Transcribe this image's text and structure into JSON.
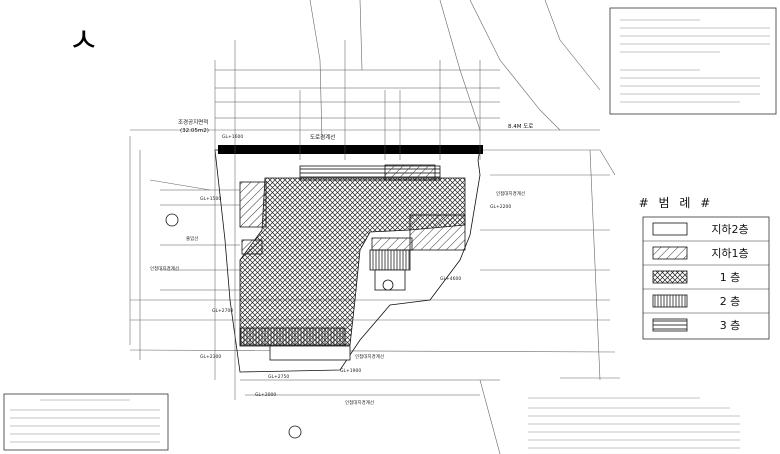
{
  "north_mark": "ㅅ",
  "legend": {
    "title": "# 범 례 #",
    "items": [
      {
        "label": "지하2층",
        "pattern": "plain"
      },
      {
        "label": "지하1층",
        "pattern": "diag"
      },
      {
        "label": "1 층",
        "pattern": "cross"
      },
      {
        "label": "2 층",
        "pattern": "vert"
      },
      {
        "label": "3 층",
        "pattern": "horiz"
      }
    ]
  },
  "plan_labels": {
    "green_area": "조경공지면적",
    "green_area_value": "(32.05m2)",
    "road_setback": "도로경계선",
    "road_width": "8.4M 도로",
    "adjacent_line_1": "인접대지경계선",
    "adjacent_line_2": "인접대지경계선",
    "adjacent_line_3": "인접대지경계선",
    "adjacent_line_4": "인접대지경계선",
    "parking_entry": "출입선",
    "gl_1": "GL+1600",
    "gl_2": "GL+2200",
    "gl_3": "GL+4600",
    "gl_4": "GL+1500",
    "gl_5": "GL+2700",
    "gl_6": "GL+2300",
    "gl_7": "GL+2750",
    "gl_8": "GL+2000",
    "gl_9": "GL+1900"
  },
  "colors": {
    "ink": "#111111",
    "hatch": "#333333",
    "road_bar": "#000000",
    "grid": "#999999"
  }
}
